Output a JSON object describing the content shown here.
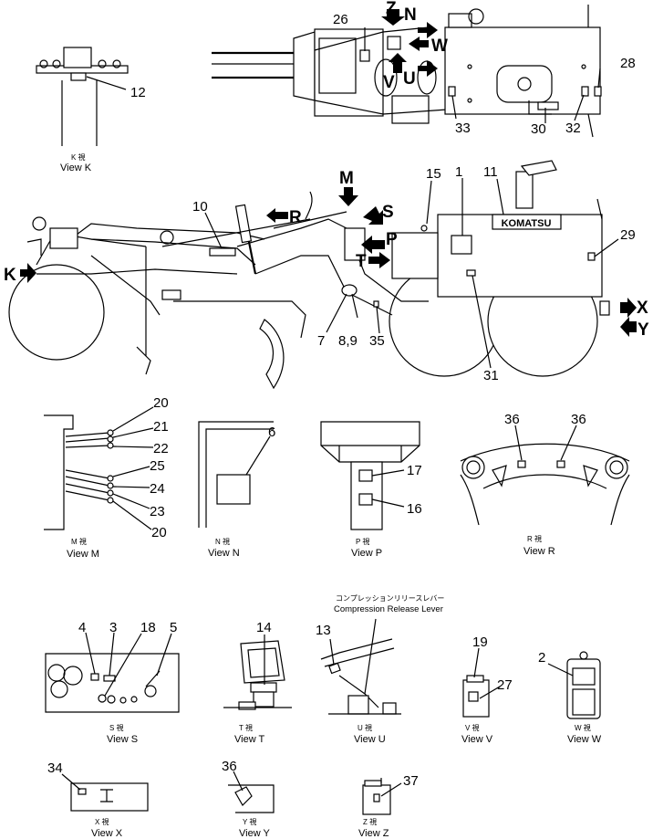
{
  "callouts": {
    "n1": "1",
    "n2": "2",
    "n3": "3",
    "n4": "4",
    "n5": "5",
    "n6": "6",
    "n7": "7",
    "n89": "8,9",
    "n10": "10",
    "n11": "11",
    "n12": "12",
    "n13": "13",
    "n14": "14",
    "n15": "15",
    "n16": "16",
    "n17": "17",
    "n18": "18",
    "n19": "19",
    "n20a": "20",
    "n20b": "20",
    "n21": "21",
    "n22": "22",
    "n23": "23",
    "n24": "24",
    "n25": "25",
    "n26": "26",
    "n27": "27",
    "n28": "28",
    "n29": "29",
    "n30": "30",
    "n31": "31",
    "n32": "32",
    "n33": "33",
    "n34": "34",
    "n35": "35",
    "n36a": "36",
    "n36b": "36",
    "n36c": "36",
    "n37": "37"
  },
  "view_arrows": {
    "K": "K",
    "M": "M",
    "N": "N",
    "P": "P",
    "R": "R",
    "S": "S",
    "T": "T",
    "U": "U",
    "V": "V",
    "W": "W",
    "X": "X",
    "Y": "Y",
    "Z": "Z"
  },
  "brand": {
    "logo_text": "KOMATSU"
  },
  "captions": {
    "K": {
      "jp": "K 視",
      "en": "View K"
    },
    "M": {
      "jp": "M 視",
      "en": "View M"
    },
    "N": {
      "jp": "N 視",
      "en": "View N"
    },
    "P": {
      "jp": "P 視",
      "en": "View P"
    },
    "R": {
      "jp": "R 視",
      "en": "View R"
    },
    "S": {
      "jp": "S 視",
      "en": "View S"
    },
    "T": {
      "jp": "T 視",
      "en": "View T"
    },
    "U": {
      "jp": "U 視",
      "en": "View U"
    },
    "V": {
      "jp": "V 視",
      "en": "View V"
    },
    "W": {
      "jp": "W 視",
      "en": "View W"
    },
    "X": {
      "jp": "X 視",
      "en": "View X"
    },
    "Y": {
      "jp": "Y 視",
      "en": "View Y"
    },
    "Z": {
      "jp": "Z 視",
      "en": "View Z"
    }
  },
  "notes": {
    "compression_release_jp": "コンプレッションリリースレバー",
    "compression_release_en": "Compression Release Lever"
  }
}
